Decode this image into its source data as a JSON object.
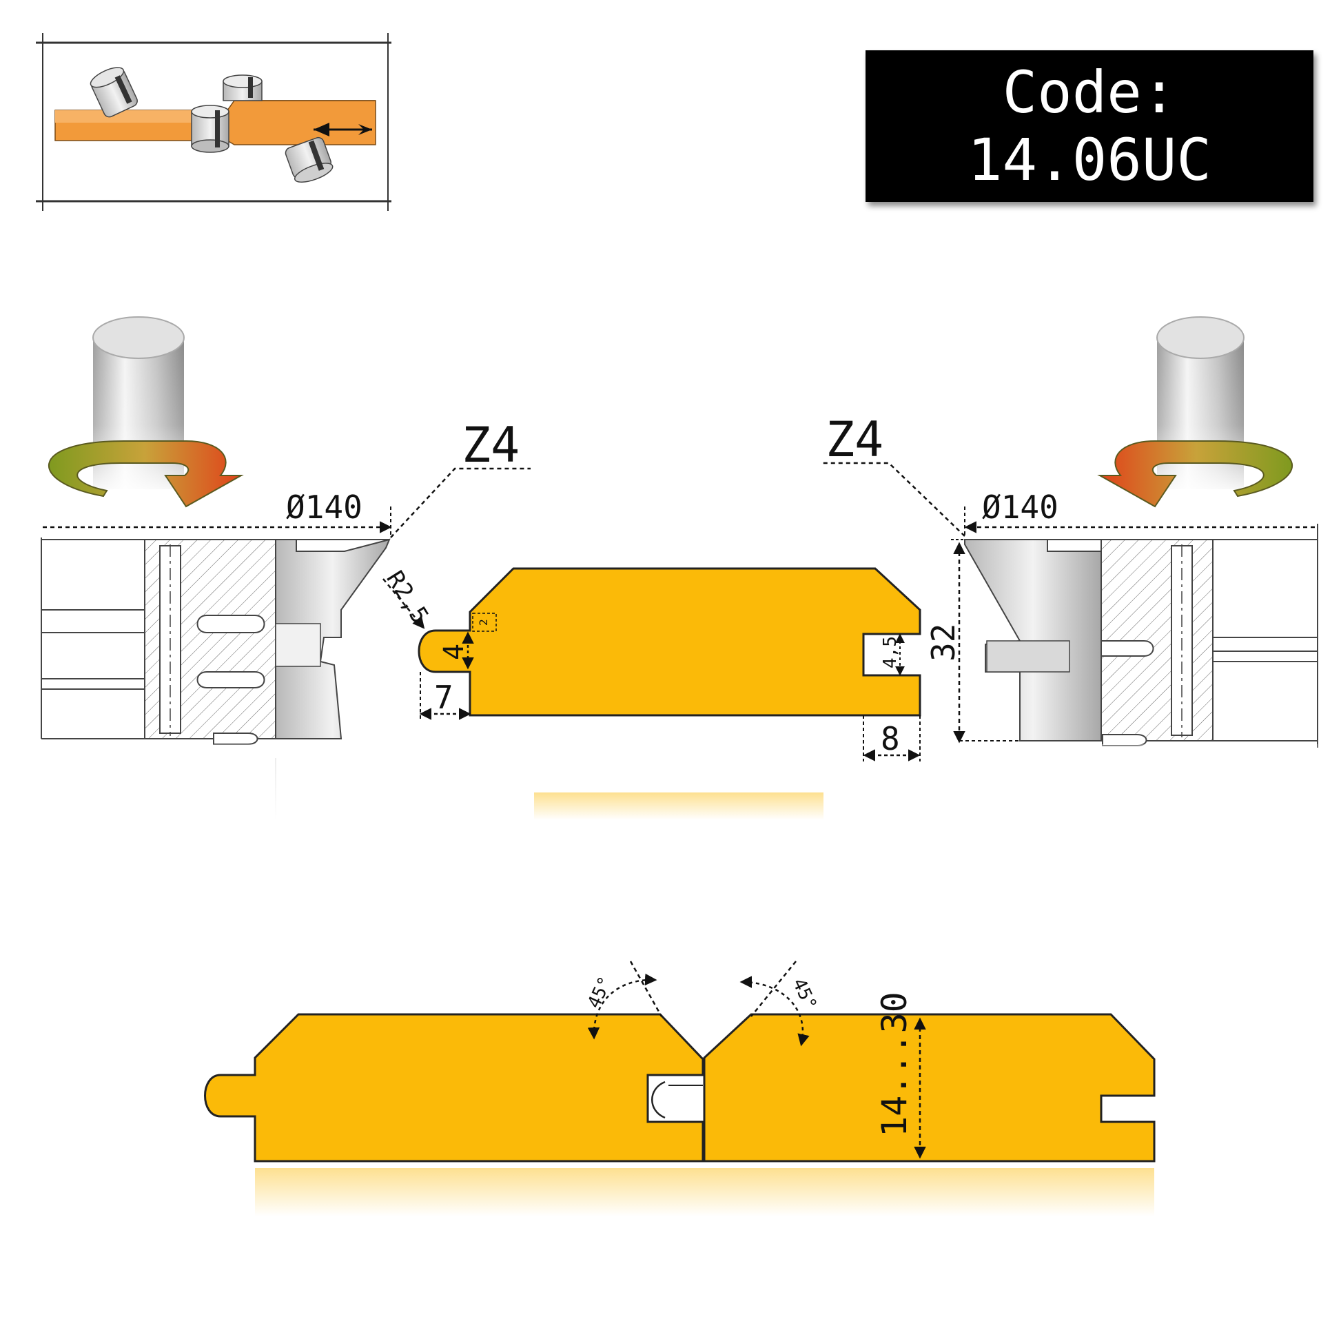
{
  "code_box": {
    "label": "Code:",
    "value": "14.06UC"
  },
  "tools": {
    "left": {
      "teeth": "Z4",
      "diameter": "Ø140"
    },
    "right": {
      "teeth": "Z4",
      "diameter": "Ø140"
    }
  },
  "profile_dims": {
    "radius": "R2,5",
    "tongue_offset": "2",
    "tongue_height": "4",
    "tongue_length": "7",
    "groove_height": "4,5",
    "groove_depth": "8",
    "cutting_height": "32"
  },
  "assembly_dims": {
    "bevel_left": "45°",
    "bevel_right": "45°",
    "board_thickness": "14...30"
  },
  "colors": {
    "wood": "#FBBA08",
    "outline": "#222222",
    "steel": "#cfcfcf",
    "box": "#000000",
    "arrow_start": "#8c9a1e",
    "arrow_end": "#e0431a"
  }
}
